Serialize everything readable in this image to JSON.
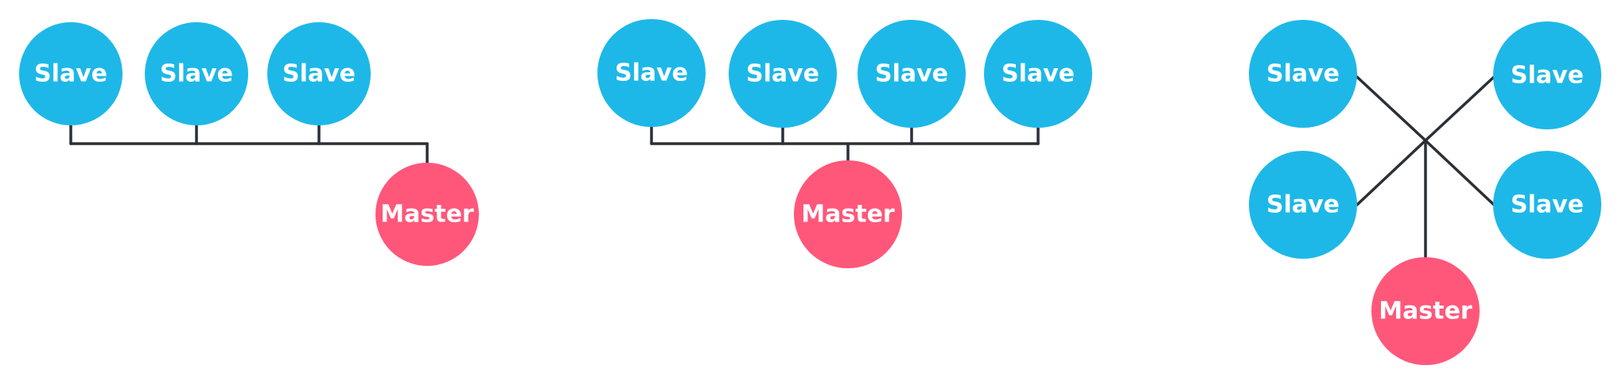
{
  "labels": {
    "slave": "Slave",
    "master": "Master"
  },
  "colors": {
    "slave": "#1DB8E8",
    "master": "#FF577A",
    "line": "#2B2F36",
    "background": "#FFFFFF"
  },
  "diagrams": [
    {
      "id": "bus-end",
      "nodes": [
        {
          "id": "s1",
          "role": "slave"
        },
        {
          "id": "s2",
          "role": "slave"
        },
        {
          "id": "s3",
          "role": "slave"
        },
        {
          "id": "m",
          "role": "master"
        }
      ]
    },
    {
      "id": "bus-center",
      "nodes": [
        {
          "id": "s1",
          "role": "slave"
        },
        {
          "id": "s2",
          "role": "slave"
        },
        {
          "id": "s3",
          "role": "slave"
        },
        {
          "id": "s4",
          "role": "slave"
        },
        {
          "id": "m",
          "role": "master"
        }
      ]
    },
    {
      "id": "star",
      "nodes": [
        {
          "id": "s1",
          "role": "slave"
        },
        {
          "id": "s2",
          "role": "slave"
        },
        {
          "id": "s3",
          "role": "slave"
        },
        {
          "id": "s4",
          "role": "slave"
        },
        {
          "id": "m",
          "role": "master"
        }
      ]
    }
  ]
}
